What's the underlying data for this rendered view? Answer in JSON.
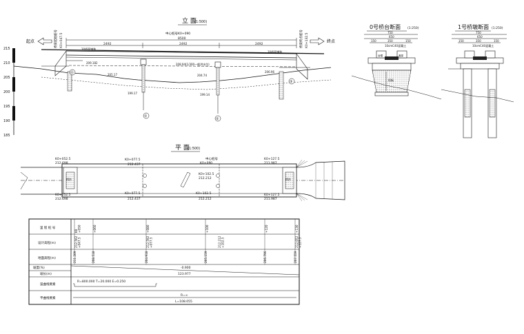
{
  "elevation": {
    "title": "立 面",
    "scale": "(1:500)",
    "center_label": "中心桩号K0+090",
    "total_len": "8500",
    "spans": [
      "2492",
      "2492",
      "2492"
    ],
    "start_label": "起点",
    "end_label": "终点",
    "left_bridge_label": "桥梁起始桩号",
    "right_bridge_label": "桥梁终点桩号",
    "left_station": "K0+047.5",
    "right_station": "K0+132.5",
    "elevations": {
      "e1": "209.182",
      "e2": "208.94(1/300一般洪水位)",
      "e3": "205.17",
      "e4": "204.74",
      "e5": "206.96",
      "e6": "199.17",
      "e7": "199.14"
    },
    "pier_tags": [
      "①",
      "②",
      "③"
    ],
    "abutment_tags": [
      "⓪",
      "③"
    ],
    "deck_label": "30桥面铺装",
    "elevation_scale": [
      "215",
      "210",
      "205",
      "200",
      "195",
      "190",
      "185"
    ]
  },
  "abutment_section": {
    "title": "0号桥台断面",
    "scale": "(1:250)",
    "dims": [
      "750",
      "650",
      "150",
      "350",
      "150"
    ],
    "note": "10cmC40混凝土",
    "labels": [
      "搭板",
      "台帽",
      "盖梁"
    ]
  },
  "pier_section": {
    "title": "1号桥墩断面",
    "scale": "(1:250)",
    "dims": [
      "750",
      "650",
      "150",
      "350",
      "150"
    ],
    "note": "10cmC40混凝土"
  },
  "plan": {
    "title": "平 面",
    "scale": "(1:500)",
    "center_label": "中心桩号",
    "center_station": "K0+090",
    "stations_top": [
      {
        "name": "K0+052.5",
        "val": "212.698"
      },
      {
        "name": "K0+077.5",
        "val": "212.437"
      },
      {
        "name": "K0+102.5",
        "val": "212.212"
      },
      {
        "name": "K0+127.5",
        "val": "211.987"
      }
    ],
    "stations_bottom": [
      {
        "name": "K0+052.5",
        "val": "212.698"
      },
      {
        "name": "K0+077.5",
        "val": "212.437"
      },
      {
        "name": "K0+102.5",
        "val": "212.212"
      },
      {
        "name": "K0+127.5",
        "val": "211.987"
      }
    ],
    "abutment_label": "桥台"
  },
  "profile_table": {
    "rows": [
      "里 程 桩 号",
      "设计高程(m)",
      "地面高程(m)",
      "坡度(%)",
      "坡长(m)",
      "竖曲线要素",
      "平曲线要素"
    ],
    "stations": [
      "K0\n+050",
      "+060",
      "+080",
      "+100",
      "+120",
      "+130"
    ],
    "design_elev": [
      "212.562\n+047.5",
      "212.592\n+077.5",
      "212.212\n+102.5",
      "212.052\n+127.5"
    ],
    "ground_elev": [
      "211.209",
      "208.518",
      "204.918",
      "205.159",
      "206.796",
      "207.559"
    ],
    "slope": "-0.900",
    "slope_len": "123.977",
    "vertical_curve": "R=800.000   T=20.000   E=0.250",
    "horizontal_r": "R=∞",
    "horizontal_l": "L=108.055"
  }
}
